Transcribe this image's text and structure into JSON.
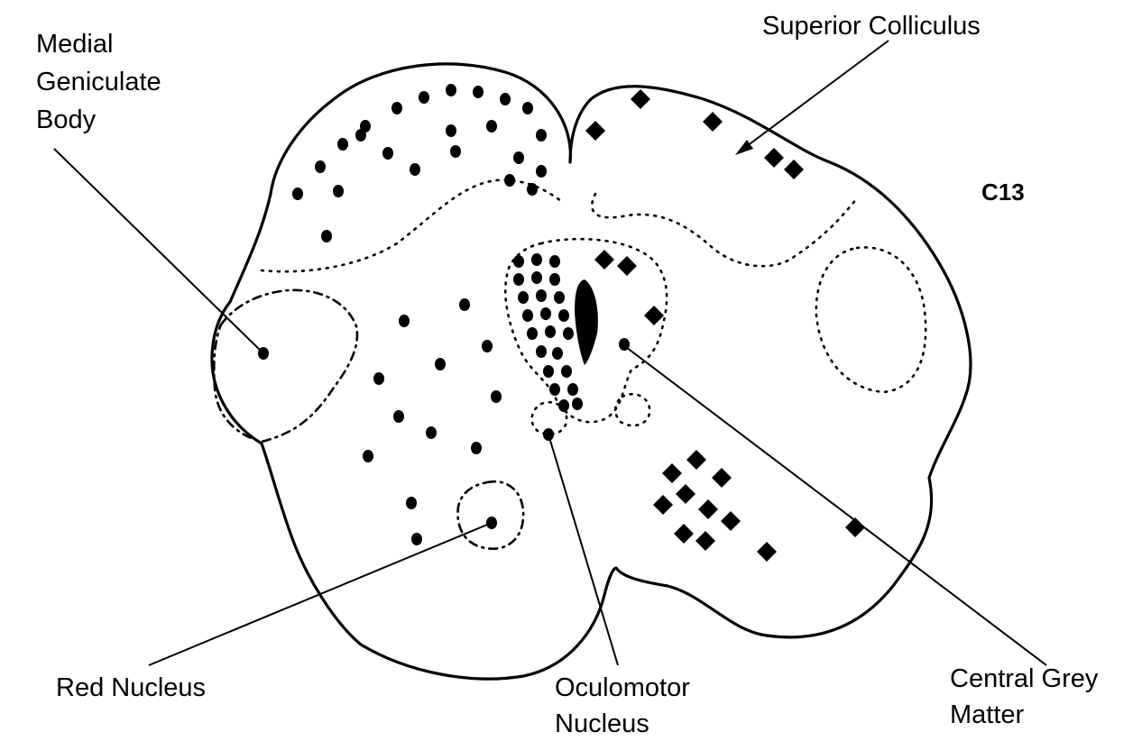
{
  "figure_id": "C13",
  "labels": {
    "medial_geniculate_line1": "Medial",
    "medial_geniculate_line2": "Geniculate",
    "medial_geniculate_line3": "Body",
    "superior_colliculus": "Superior Colliculus",
    "red_nucleus": "Red Nucleus",
    "oculomotor_line1": "Oculomotor",
    "oculomotor_line2": "Nucleus",
    "central_grey_line1": "Central Grey",
    "central_grey_line2": "Matter"
  },
  "colors": {
    "ink": "#000000",
    "background": "#ffffff"
  }
}
